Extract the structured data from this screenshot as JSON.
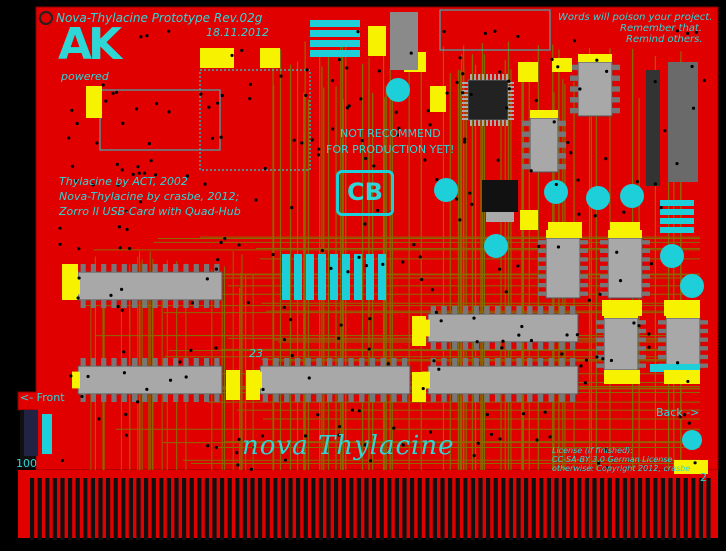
{
  "board": {
    "title_line1": "Nova-Thylacine Prototype Rev.02g",
    "title_line2": "18.11.2012",
    "warning_line1": "Words will poison your project.",
    "warning_line2": "Remember that.",
    "warning_line3": "Remind others.",
    "logo_text": "AK",
    "logo_sub": "powered",
    "not_recommend_line1": "NOT RECOMMEND",
    "not_recommend_line2": "FOR PRODUCTION YET!",
    "cb_logo_text": "CB",
    "credits_line1": "Thylacine by ACT, 2002",
    "credits_line2": "Nova-Thylacine by crasbe, 2012;",
    "credits_line3": "Zorro II USB-Card with Quad-Hub",
    "pin_label_23": "23",
    "front_label": "<- Front",
    "back_label": "Back ->",
    "label_100": "100",
    "label_2": "2",
    "signature": "nova Thylacine",
    "license_line1": "License (if finished):",
    "license_line2": "CC-SA-BY 3.0 German License",
    "license_line3": "otherwise: Copyright 2012, crasbe"
  },
  "colors": {
    "board_red": "#e10000",
    "board_dark": "#b30000",
    "trace": "#8a6a00",
    "component_gray": "#a8a8a8",
    "pad_yellow": "#f7f300",
    "cyan": "#1ccfd8",
    "edge_black": "#101010"
  }
}
